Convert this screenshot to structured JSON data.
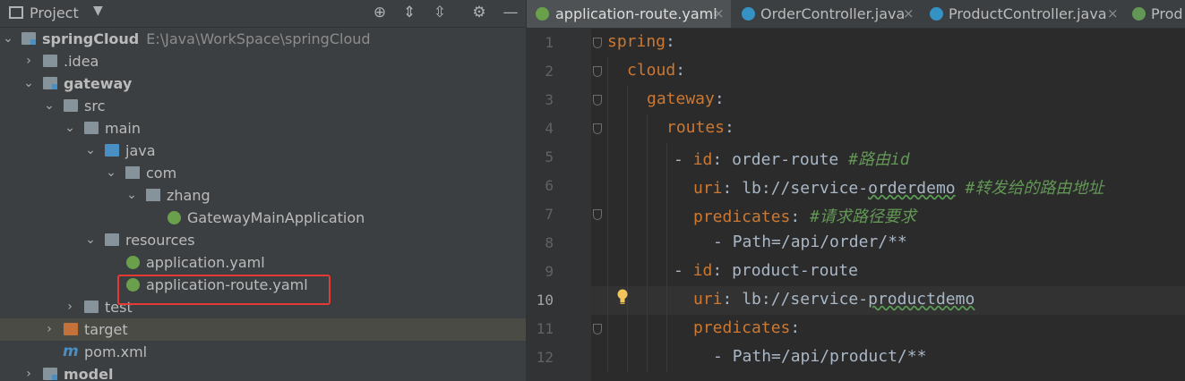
{
  "project_panel": {
    "title": "Project",
    "header_icons": [
      "locate-icon",
      "expand-all-icon",
      "collapse-all-icon",
      "gear-icon",
      "minimize-icon"
    ],
    "tree": [
      {
        "name": "springCloud",
        "path": "E:\\Java\\WorkSpace\\springCloud",
        "bold": true
      },
      {
        "name": ".idea"
      },
      {
        "name": "gateway",
        "bold": true
      },
      {
        "name": "src"
      },
      {
        "name": "main"
      },
      {
        "name": "java"
      },
      {
        "name": "com"
      },
      {
        "name": "zhang"
      },
      {
        "name": "GatewayMainApplication"
      },
      {
        "name": "resources"
      },
      {
        "name": "application.yaml"
      },
      {
        "name": "application-route.yaml"
      },
      {
        "name": "test"
      },
      {
        "name": "target"
      },
      {
        "name": "pom.xml"
      },
      {
        "name": "model",
        "bold": true
      }
    ]
  },
  "tabs": [
    {
      "label": "application-route.yaml",
      "active": true
    },
    {
      "label": "OrderController.java"
    },
    {
      "label": "ProductController.java"
    },
    {
      "label": "Prod"
    }
  ],
  "editor": {
    "current_line": 10,
    "lines": [
      {
        "num": "1",
        "key": "spring",
        "colon": ":"
      },
      {
        "num": "2",
        "key": "cloud",
        "colon": ":"
      },
      {
        "num": "3",
        "key": "gateway",
        "colon": ":"
      },
      {
        "num": "4",
        "key": "routes",
        "colon": ":"
      },
      {
        "num": "5",
        "dash": "- ",
        "key": "id",
        "colon": ": ",
        "value": "order-route ",
        "comment": "#路由id"
      },
      {
        "num": "6",
        "key": "uri",
        "colon": ": ",
        "value_pre": "lb://service-",
        "value_squig": "orderdemo",
        "value": " ",
        "comment": "#转发给的路由地址"
      },
      {
        "num": "7",
        "key": "predicates",
        "colon": ": ",
        "comment": "#请求路径要求"
      },
      {
        "num": "8",
        "dash": "- ",
        "value": "Path=/api/order/**"
      },
      {
        "num": "9",
        "dash": "- ",
        "key": "id",
        "colon": ": ",
        "value": "product-route"
      },
      {
        "num": "10",
        "key": "uri",
        "colon": ": ",
        "value_pre": "lb://service-",
        "value_squig": "productdemo"
      },
      {
        "num": "11",
        "key": "predicates",
        "colon": ":"
      },
      {
        "num": "12",
        "dash": "- ",
        "value": "Path=/api/product/**"
      }
    ]
  },
  "colors": {
    "key": "#cc7832",
    "comment": "#629755",
    "text": "#a9b7c6",
    "highlight_box": "#e53935"
  }
}
